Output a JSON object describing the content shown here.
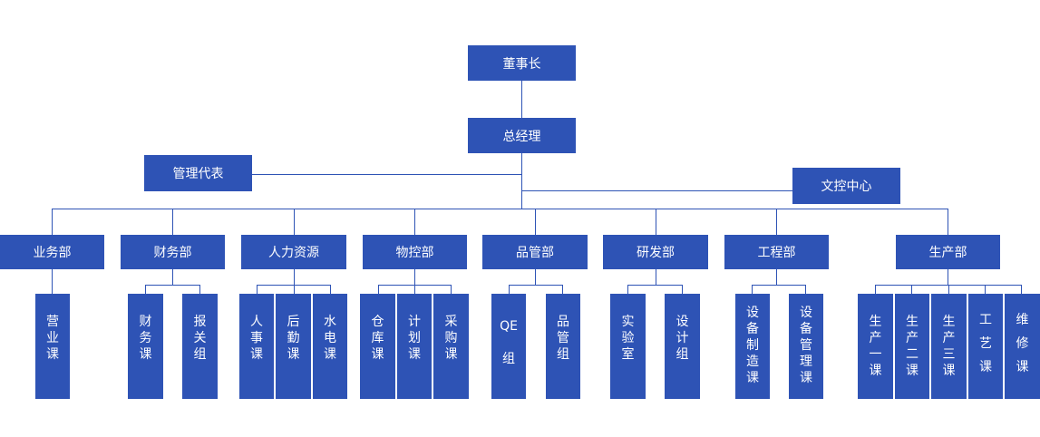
{
  "colors": {
    "box": "#2e53b5",
    "line": "#2e53b5",
    "text": "#ffffff",
    "background": "#ffffff"
  },
  "top": {
    "chairman": "董事长",
    "general_manager": "总经理"
  },
  "staff": {
    "management_rep": "管理代表",
    "document_center": "文控中心"
  },
  "departments": [
    {
      "name": "业务部",
      "units": [
        "营业课"
      ]
    },
    {
      "name": "财务部",
      "units": [
        "财务课",
        "报关组"
      ]
    },
    {
      "name": "人力资源",
      "units": [
        "人事课",
        "后勤课",
        "水电课"
      ]
    },
    {
      "name": "物控部",
      "units": [
        "仓库课",
        "计划课",
        "采购课"
      ]
    },
    {
      "name": "品管部",
      "units": [
        "QE组",
        "品管组"
      ]
    },
    {
      "name": "研发部",
      "units": [
        "实验室",
        "设计组"
      ]
    },
    {
      "name": "工程部",
      "units": [
        "设备制造课",
        "设备管理课"
      ]
    },
    {
      "name": "生产部",
      "units": [
        "生产一课",
        "生产二课",
        "生产三课",
        "工艺课",
        "维修课"
      ]
    }
  ]
}
